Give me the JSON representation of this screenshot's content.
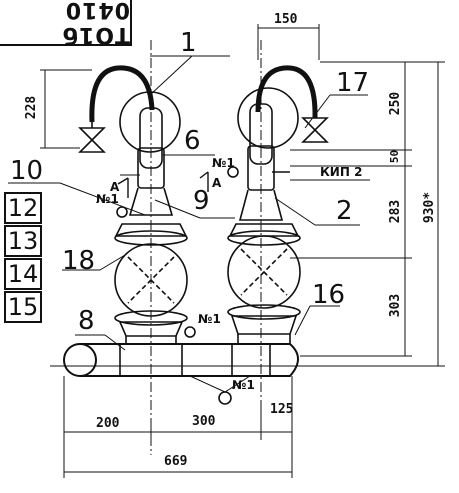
{
  "stamp": {
    "text": "ТО1б 0410"
  },
  "callouts": {
    "c1": "1",
    "c17": "17",
    "c6": "6",
    "c10": "10",
    "c9": "9",
    "c2": "2",
    "c12": "12",
    "c13": "13",
    "c14": "14",
    "c15": "15",
    "c18": "18",
    "c8": "8",
    "c16": "16"
  },
  "section": {
    "a_left": "А",
    "a_right": "А"
  },
  "markers": {
    "n1_a": "№1",
    "n1_b": "№1",
    "n1_c": "№1",
    "n1_d": "№1"
  },
  "kip": "КИП 2",
  "dims": {
    "d150": "150",
    "d228": "228",
    "d250": "250",
    "d50": "50",
    "d283": "283",
    "d930": "930*",
    "d303": "303",
    "d200": "200",
    "d300": "300",
    "d125": "125",
    "d669": "669"
  }
}
